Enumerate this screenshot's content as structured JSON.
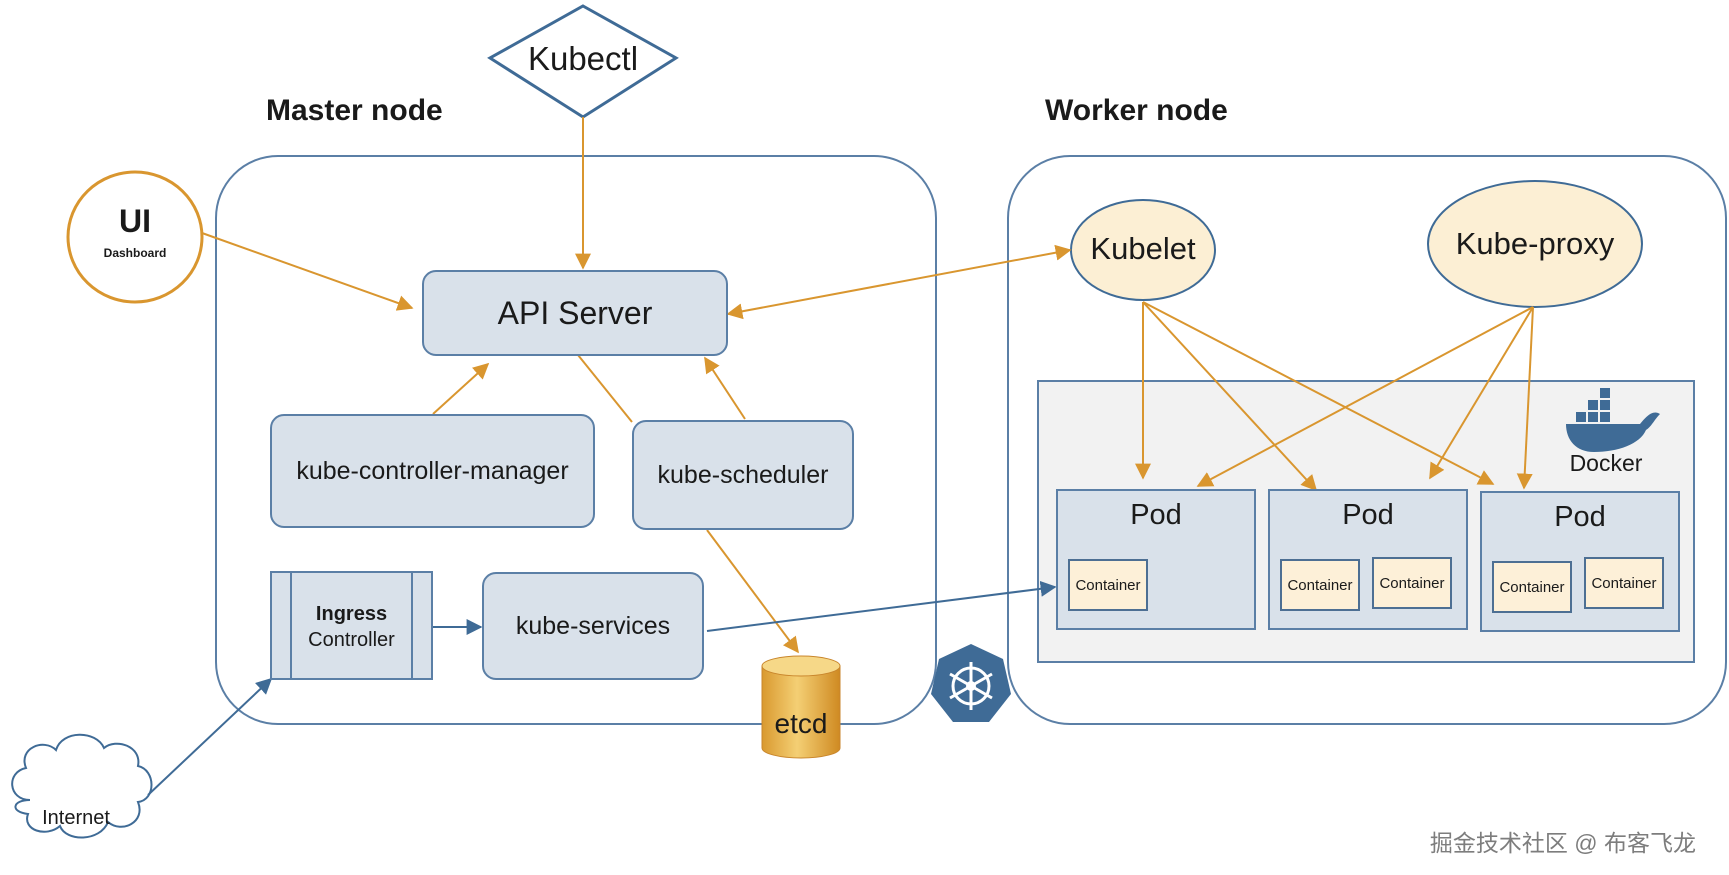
{
  "kubectl": "Kubectl",
  "master": {
    "title": "Master node",
    "api_server": "API Server",
    "controller_manager": "kube-controller-manager",
    "scheduler": "kube-scheduler",
    "ingress_line1": "Ingress",
    "ingress_line2": "Controller",
    "services": "kube-services",
    "etcd": "etcd"
  },
  "ui": {
    "title": "UI",
    "subtitle": "Dashboard"
  },
  "internet": "Internet",
  "worker": {
    "title": "Worker node",
    "kubelet": "Kubelet",
    "kube_proxy": "Kube-proxy",
    "docker": "Docker",
    "pods": [
      {
        "label": "Pod",
        "containers": [
          "Container"
        ]
      },
      {
        "label": "Pod",
        "containers": [
          "Container",
          "Container"
        ]
      },
      {
        "label": "Pod",
        "containers": [
          "Container",
          "Container"
        ]
      }
    ]
  },
  "watermark": "掘金技术社区 @ 布客飞龙",
  "colors": {
    "frame": "#5b7fa6",
    "box_fill": "#d9e1ea",
    "arrow_orange": "#d9962f",
    "arrow_blue": "#3f6b96",
    "bubble_fill": "#fcefd4",
    "etcd_fill": "#e8b54a",
    "k8s_logo": "#3f6b96"
  }
}
